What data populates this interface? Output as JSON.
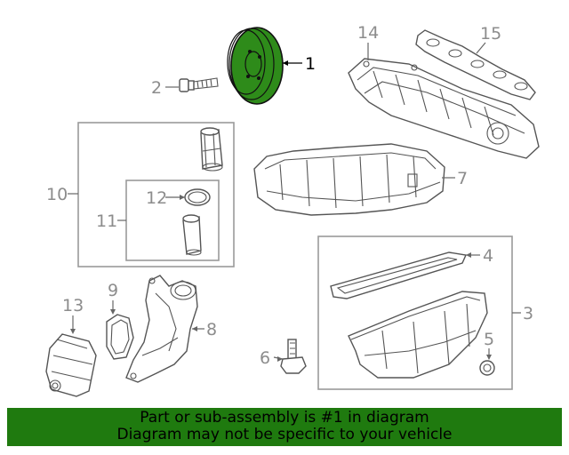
{
  "callouts": {
    "c1": "1",
    "c2": "2",
    "c3": "3",
    "c4": "4",
    "c5": "5",
    "c6": "6",
    "c7": "7",
    "c8": "8",
    "c9": "9",
    "c10": "10",
    "c11": "11",
    "c12": "12",
    "c13": "13",
    "c14": "14",
    "c15": "15"
  },
  "banner": {
    "line1": "Part or sub-assembly is #1 in diagram",
    "line2": "Diagram may not be specific to your vehicle"
  },
  "colors": {
    "highlight_part": "#2e8b1a",
    "banner_background": "#1f7a0f",
    "callout_gray": "#8c8c8c"
  }
}
